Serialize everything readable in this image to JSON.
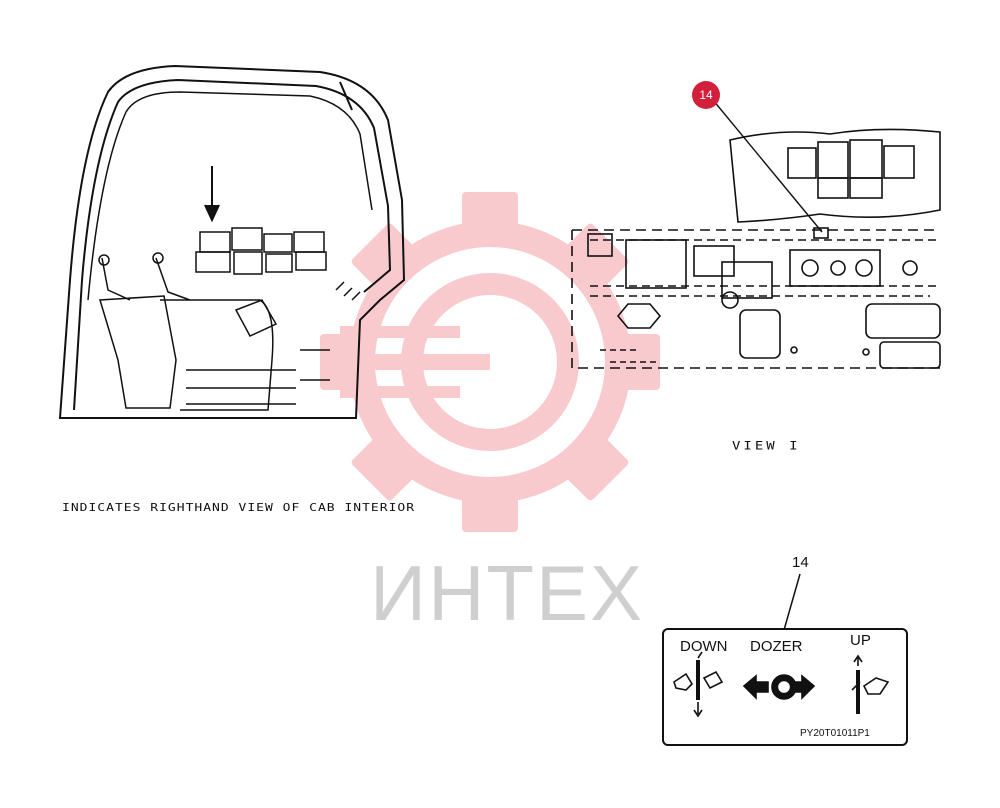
{
  "callout_number": "14",
  "captions": {
    "left": "INDICATES RIGHTHAND VIEW OF CAB INTERIOR",
    "view": "VIEW I"
  },
  "watermark": {
    "text": "ИНТЕХ",
    "color": "#e8404e"
  },
  "decal": {
    "part_number": "14",
    "down_label": "DOWN",
    "title": "DOZER",
    "up_label": "UP",
    "code": "PY20T01011P1"
  },
  "colors": {
    "callout_badge": "#d21f3c",
    "line_art": "#111111"
  }
}
